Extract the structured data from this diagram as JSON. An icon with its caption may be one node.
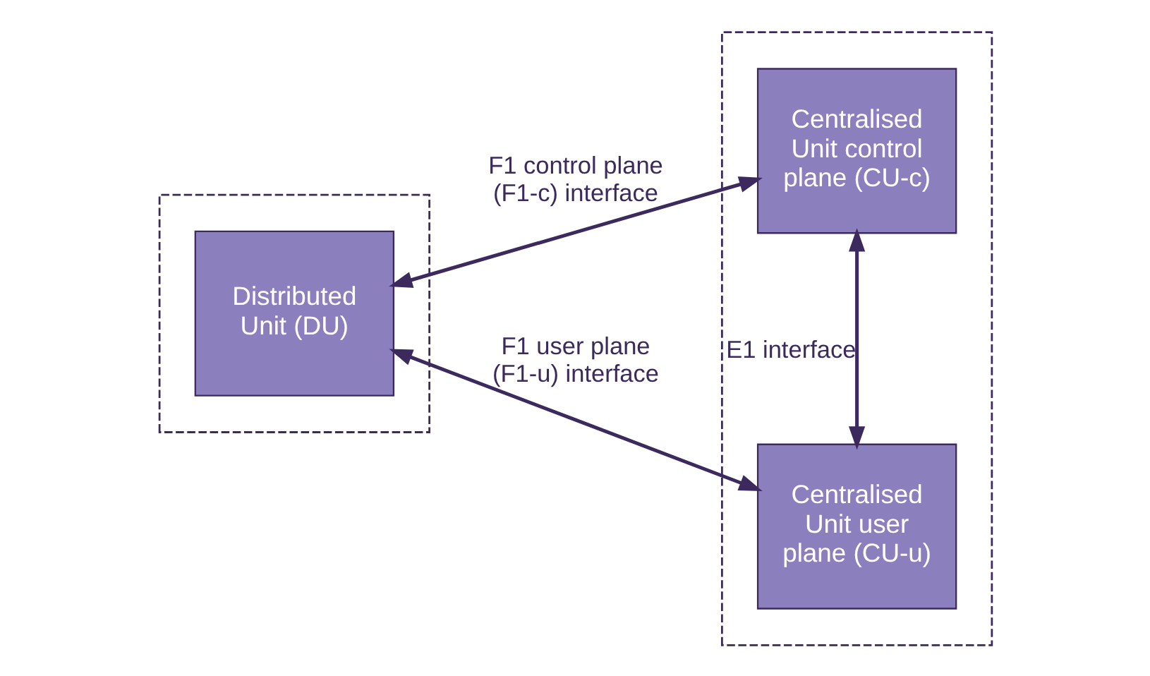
{
  "diagram": {
    "nodes": [
      {
        "text": [],
        "shape": "box"
      },
      {
        "text": [
          "Distributed Unit (DU)"
        ],
        "in": 0
      },
      {
        "text": [],
        "shape": "box"
      },
      {
        "text": [
          "Centralised Unit control plane (CU-c)"
        ],
        "in": 2
      },
      {
        "text": [
          "Centralised Unit user plane (CU-u)"
        ],
        "in": 2
      }
    ],
    "edges": [
      {
        "from": 1,
        "to": 3,
        "arrow": "both",
        "label": "F1 control plane (F1-c) interface"
      },
      {
        "from": 1,
        "to": 4,
        "arrow": "both",
        "label": "F1 user plane (F1-u) interface"
      },
      {
        "from": 3,
        "to": 4,
        "arrow": "both",
        "label": "E1 interface"
      }
    ]
  }
}
